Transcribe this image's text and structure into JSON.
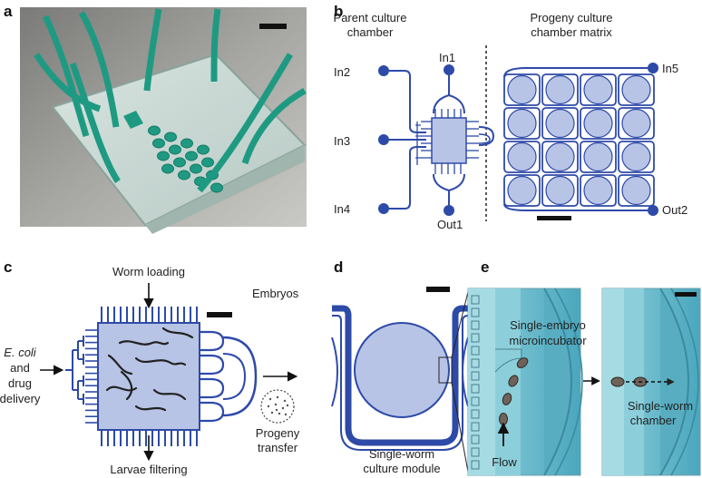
{
  "panels": {
    "a": "a",
    "b": "b",
    "c": "c",
    "d": "d",
    "e": "e"
  },
  "panel_b": {
    "parent_line1": "Parent culture",
    "parent_line2": "chamber",
    "progeny_line1": "Progeny culture",
    "progeny_line2": "chamber matrix",
    "in1": "In1",
    "in2": "In2",
    "in3": "In3",
    "in4": "In4",
    "in5": "In5",
    "out1": "Out1",
    "out2": "Out2"
  },
  "panel_c": {
    "worm_loading": "Worm loading",
    "embryos": "Embryos",
    "ecoli": "E. coli",
    "and": "and",
    "drug": "drug",
    "delivery": "delivery",
    "progeny": "Progeny",
    "transfer": "transfer",
    "larvae_filtering": "Larvae filtering"
  },
  "panel_d": {
    "module_line1": "Single-worm",
    "module_line2": "culture module"
  },
  "panel_e": {
    "micro_line1": "Single-embryo",
    "micro_line2": "microincubator",
    "flow": "Flow",
    "chamber_line1": "Single-worm",
    "chamber_line2": "chamber"
  },
  "colors": {
    "channel_blue": "#2e4aa8",
    "chamber_fill": "#b8c4e6",
    "micrograph_teal": "#5fb0c3",
    "photo_green": "#1f9a82"
  }
}
